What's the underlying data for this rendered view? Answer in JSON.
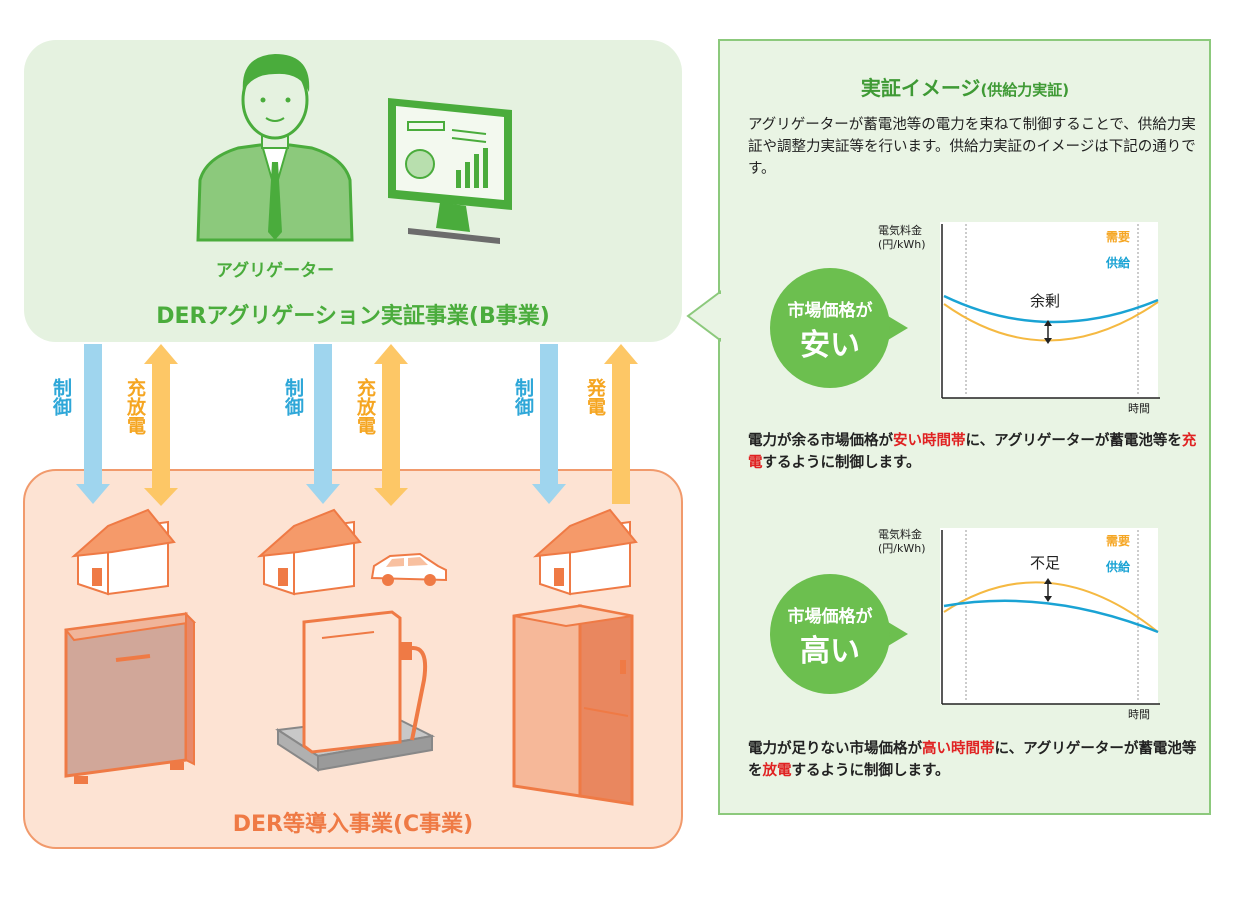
{
  "b_project": {
    "aggregator_label": "アグリゲーター",
    "title": "DERアグリゲーション実証事業(B事業)"
  },
  "c_project": {
    "title": "DER等導入事業(C事業)"
  },
  "flows": [
    {
      "down": "制御",
      "up": "充放電"
    },
    {
      "down": "制御",
      "up": "充放電"
    },
    {
      "down": "制御",
      "up": "発電"
    }
  ],
  "panel": {
    "title": "実証イメージ",
    "title_sub": "(供給力実証)",
    "intro": "アグリゲーターが蓄電池等の電力を束ねて制御することで、供給力実証や調整力実証等を行います。供給力実証のイメージは下記の通りです。",
    "cheap": {
      "bubble_l1": "市場価格が",
      "bubble_l2": "安い",
      "y_label_1": "電気料金",
      "y_label_2": "(円/kWh)",
      "x_label": "時間",
      "legend_demand": "需要",
      "legend_supply": "供給",
      "gap_label": "余剰",
      "desc_1": "電力が余る市場価格が",
      "desc_red_1": "安い時間帯",
      "desc_2": "に、アグリゲーターが蓄電池等を",
      "desc_red_2": "充電",
      "desc_3": "するように制御します。"
    },
    "expensive": {
      "bubble_l1": "市場価格が",
      "bubble_l2": "高い",
      "y_label_1": "電気料金",
      "y_label_2": "(円/kWh)",
      "x_label": "時間",
      "legend_demand": "需要",
      "legend_supply": "供給",
      "gap_label": "不足",
      "desc_1": "電力が足りない市場価格が",
      "desc_red_1": "高い時間帯",
      "desc_2": "に、アグリゲーターが蓄電池等を",
      "desc_red_2": "放電",
      "desc_3": "するように制御します。"
    }
  },
  "colors": {
    "b_box": "#e5f2e0",
    "c_box": "#fde3d3",
    "c_border": "#f19a6c",
    "green_title": "#4aac3c",
    "orange_title": "#ef7a45",
    "panel_border": "#8cc97c",
    "panel_bg": "#e9f4e4",
    "demand": "#f5b942",
    "supply": "#1aa3d4",
    "arrow_blue": "#9fd5ee",
    "arrow_orange": "#fdc766"
  }
}
